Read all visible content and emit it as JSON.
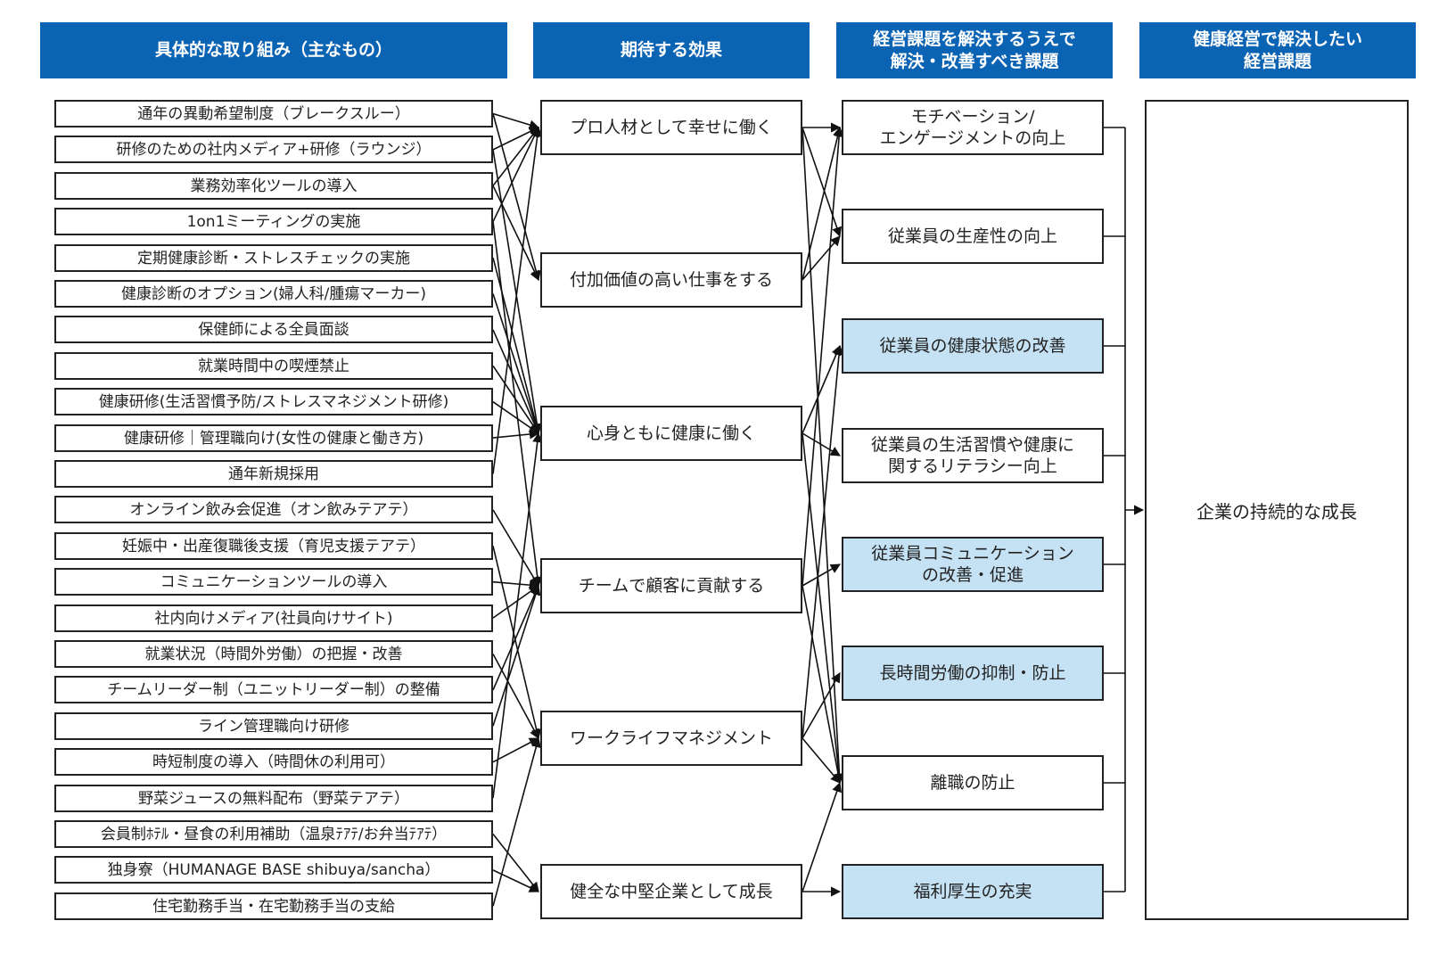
{
  "headers": [
    "具体的な取り組み（主なもの）",
    "期待する効果",
    "経営課題を解決するうえで\n解決・改善すべき課題",
    "健康経営で解決したい\n経営課題"
  ],
  "initiatives": [
    "通年の異動希望制度（ブレークスルー）",
    "研修のための社内メディア+研修（ラウンジ）",
    "業務効率化ツールの導入",
    "1on1ミーティングの実施",
    "定期健康診断・ストレスチェックの実施",
    "健康診断のオプション(婦人科/腫瘍マーカー)",
    "保健師による全員面談",
    "就業時間中の喫煙禁止",
    "健康研修(生活習慣予防/ストレスマネジメント研修)",
    "健康研修｜管理職向け(女性の健康と働き方)",
    "通年新規採用",
    "オンライン飲み会促進（オン飲みテアテ）",
    "妊娠中・出産復職後支援（育児支援テアテ）",
    "コミュニケーションツールの導入",
    "社内向けメディア(社員向けサイト)",
    "就業状況（時間外労働）の把握・改善",
    "チームリーダー制（ユニットリーダー制）の整備",
    "ライン管理職向け研修",
    "時短制度の導入（時間休の利用可）",
    "野菜ジュースの無料配布（野菜テアテ）",
    "会員制ﾎﾃﾙ・昼食の利用補助（温泉ﾃｱﾃ/お弁当ﾃｱﾃ）",
    "独身寮（HUMANAGE BASE shibuya/sancha）",
    "住宅勤務手当・在宅勤務手当の支給"
  ],
  "effects": [
    "プロ人材として幸せに働く",
    "付加価値の高い仕事をする",
    "心身ともに健康に働く",
    "チームで顧客に貢献する",
    "ワークライフマネジメント",
    "健全な中堅企業として成長"
  ],
  "issues": [
    {
      "label": "モチベーション/\nエンゲージメントの向上",
      "highlight": false
    },
    {
      "label": "従業員の生産性の向上",
      "highlight": false
    },
    {
      "label": "従業員の健康状態の改善",
      "highlight": true
    },
    {
      "label": "従業員の生活習慣や健康に\n関するリテラシー向上",
      "highlight": false
    },
    {
      "label": "従業員コミュニケーション\nの改善・促進",
      "highlight": true
    },
    {
      "label": "長時間労働の抑制・防止",
      "highlight": true
    },
    {
      "label": "離職の防止",
      "highlight": false
    },
    {
      "label": "福利厚生の充実",
      "highlight": true
    }
  ],
  "goal": "企業の持続的な成長",
  "links_initiative_to_effect": [
    [
      0,
      0
    ],
    [
      0,
      1
    ],
    [
      1,
      0
    ],
    [
      1,
      2
    ],
    [
      2,
      0
    ],
    [
      2,
      1
    ],
    [
      3,
      0
    ],
    [
      3,
      3
    ],
    [
      4,
      2
    ],
    [
      5,
      2
    ],
    [
      6,
      2
    ],
    [
      7,
      2
    ],
    [
      8,
      2
    ],
    [
      9,
      2
    ],
    [
      10,
      0
    ],
    [
      11,
      3
    ],
    [
      12,
      4
    ],
    [
      13,
      3
    ],
    [
      14,
      3
    ],
    [
      15,
      4
    ],
    [
      16,
      3
    ],
    [
      17,
      3
    ],
    [
      18,
      4
    ],
    [
      19,
      2
    ],
    [
      20,
      5
    ],
    [
      21,
      5
    ],
    [
      22,
      4
    ]
  ],
  "links_effect_to_issue": [
    [
      0,
      0
    ],
    [
      0,
      1
    ],
    [
      0,
      6
    ],
    [
      1,
      0
    ],
    [
      1,
      1
    ],
    [
      2,
      2
    ],
    [
      2,
      3
    ],
    [
      2,
      6
    ],
    [
      3,
      4
    ],
    [
      3,
      0
    ],
    [
      3,
      6
    ],
    [
      4,
      5
    ],
    [
      4,
      2
    ],
    [
      4,
      6
    ],
    [
      5,
      7
    ],
    [
      5,
      6
    ]
  ],
  "colors": {
    "header_bg": "#0b63b3",
    "highlight_bg": "#c5e2f4",
    "line": "#111111"
  }
}
